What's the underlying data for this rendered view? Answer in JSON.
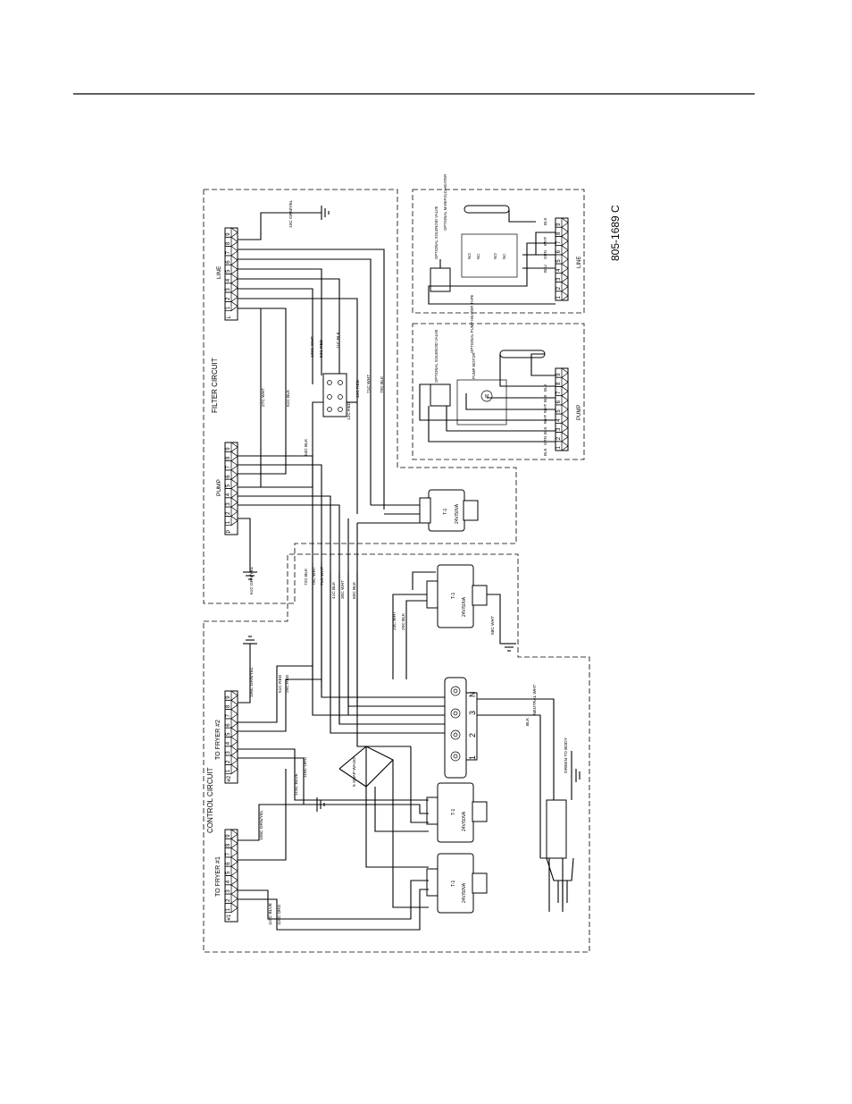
{
  "drawing_number": "805-1689 C",
  "sections": {
    "filter_circuit": "FILTER CIRCUIT",
    "control_circuit": "CONTROL CIRCUIT"
  },
  "connectors": {
    "line": {
      "label": "LINE",
      "tag": "L",
      "pins": [
        "9",
        "8",
        "7",
        "6",
        "5",
        "4",
        "3",
        "2",
        "1"
      ]
    },
    "pump": {
      "label": "PUMP",
      "tag": "P",
      "pins": [
        "9",
        "8",
        "7",
        "6",
        "5",
        "4",
        "3",
        "2",
        "1"
      ]
    },
    "fryer2": {
      "label": "TO FRYER #2",
      "tag": "#2",
      "pins": [
        "9",
        "8",
        "7",
        "6",
        "5",
        "4",
        "3",
        "2",
        "1"
      ]
    },
    "fryer1": {
      "label": "TO FRYER #1",
      "tag": "#1",
      "pins": [
        "9",
        "8",
        "7",
        "6",
        "5",
        "4",
        "3",
        "2",
        "1"
      ]
    },
    "inset_line": {
      "label": "LINE",
      "pins": [
        "9",
        "8",
        "7",
        "6",
        "5",
        "4",
        "3",
        "2",
        "1"
      ]
    },
    "inset_pump": {
      "label": "PUMP",
      "pins": [
        "9",
        "8",
        "7",
        "6",
        "5",
        "4",
        "3",
        "2",
        "1"
      ]
    }
  },
  "wire_labels": {
    "w10c": "10C GRN/YEL",
    "w27c": "27C WHT",
    "w51c": "51C BLK",
    "w109c": "109C WHT",
    "w53c": "53C RED",
    "w11c": "11C BLK",
    "w63c": "63C BLK",
    "w12c": "12C RED",
    "w40c": "40C RED",
    "w71c_top": "71C WHT",
    "w70c_top": "70C BLK",
    "w61c": "61C GRN/YEL",
    "w72c": "72C BLK",
    "w70c": "70C WHT",
    "w71c": "71C WHT",
    "w41c": "41C BLK",
    "w30c": "30C WHT",
    "w60c": "60C BLK",
    "w23c": "23C WHT",
    "w20c": "20C BLK",
    "w58c": "58C WHT",
    "w106c": "106C GRN/YEL",
    "w51c_red": "51C RED",
    "w25c": "25C RED",
    "w115c_blue": "115C BLUE",
    "w116c_org": "116C ORG",
    "w105c": "105C GRN/YEL",
    "w115c_blue1": "115C BLUE",
    "w116c_org1": "116C ORG",
    "neutral": "NEUTRAL WHT",
    "blk": "BLK",
    "green": "GREEN TO BODY"
  },
  "components": {
    "transformer": "24V/50VA",
    "transformer_id": "T-1",
    "snap": "5 SNAP WASO",
    "term_numbers": [
      "1",
      "2",
      "3",
      "N"
    ]
  },
  "inset_labels": {
    "optional_solenoid_valve": "OPTIONAL SOLENOID VALVE",
    "optional_manifold_heater": "OPTIONAL MANIFOLD HEATER",
    "no": "NO",
    "nc": "NC",
    "optional_pump_heater": "OPTIONAL PUMP HEATER TAPE",
    "pump_motor": "PUMP MOTOR",
    "inset_line_wires": [
      "BLK",
      "WHT",
      "GRN",
      "BLU"
    ],
    "inset_pump_wires": [
      "BLK",
      "BLK",
      "WHT",
      "WHT",
      "BLK",
      "GRN",
      "BLK"
    ]
  }
}
